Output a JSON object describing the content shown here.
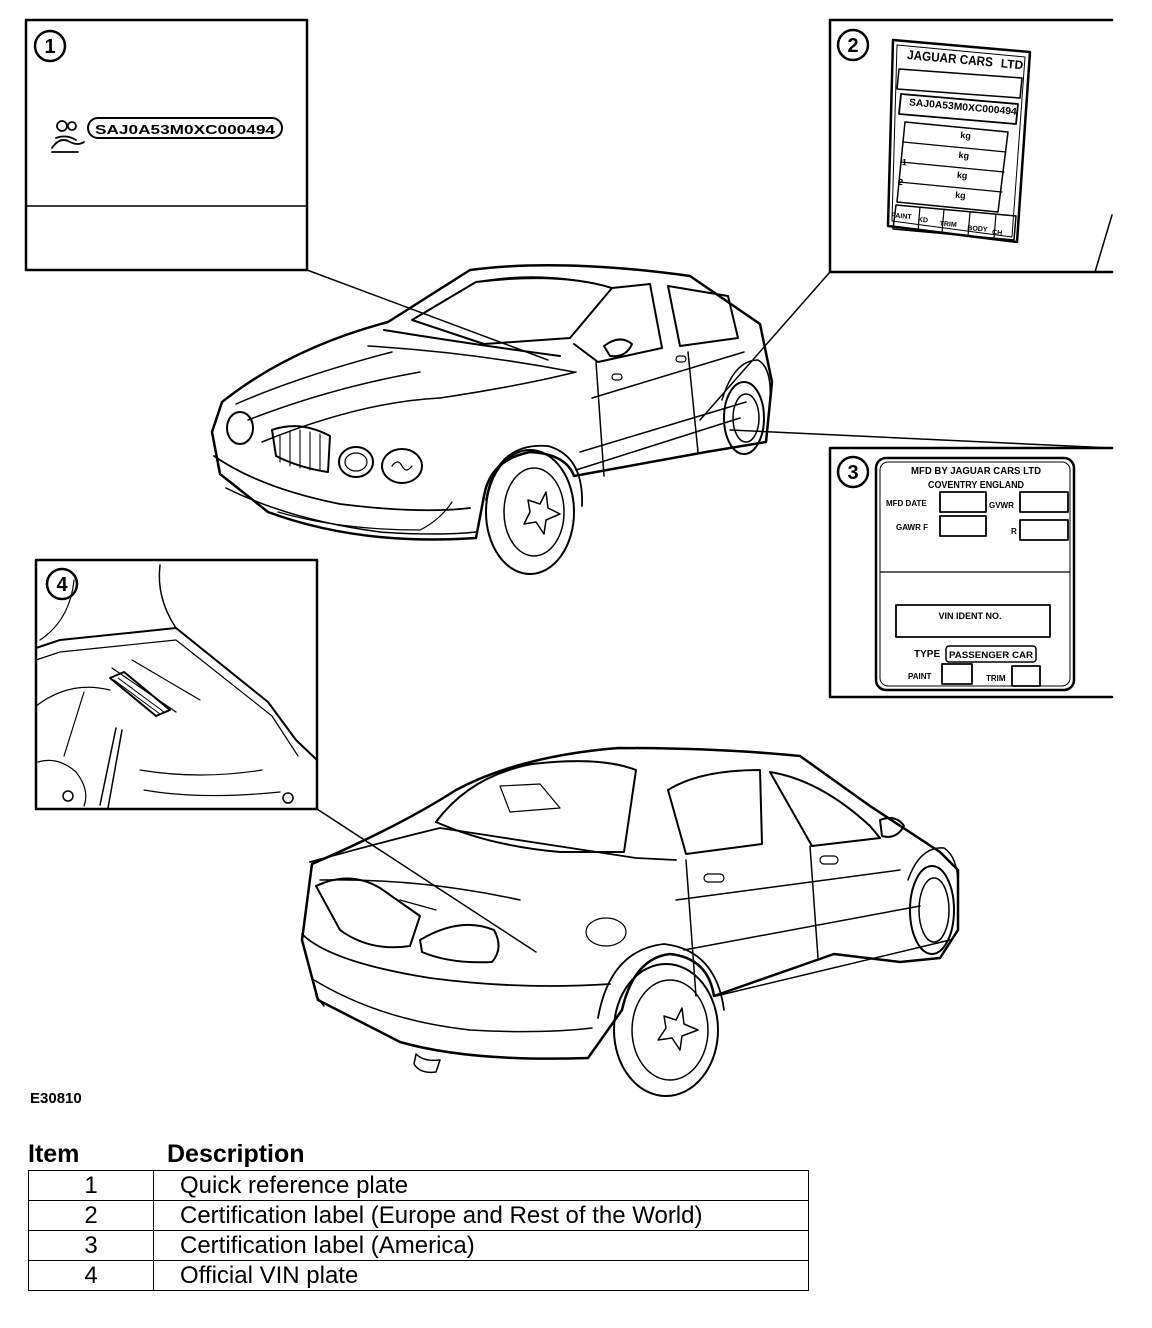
{
  "figure": {
    "code": "E30810",
    "callouts": [
      "1",
      "2",
      "3",
      "4"
    ],
    "plate1": {
      "vin": "SAJ0A53M0XC000494"
    },
    "plate2": {
      "header": "JAGUAR CARS",
      "header_suffix": "LTD",
      "code": "SAJ0A53M0XC000494",
      "row_units": [
        "kg",
        "kg",
        "kg",
        "kg"
      ],
      "row_numbers": [
        "1",
        "2"
      ],
      "footer_cells": [
        "PAINT",
        "KD",
        "TRIM",
        "BODY",
        "CH"
      ]
    },
    "plate3": {
      "line1": "MFD BY JAGUAR CARS LTD",
      "line2": "COVENTRY ENGLAND",
      "mfd_date": "MFD DATE",
      "gvwr": "GVWR",
      "gawr_f": "GAWR F",
      "r": "R",
      "vin_label": "VIN IDENT NO.",
      "type_label": "TYPE",
      "type_value": "PASSENGER CAR",
      "paint": "PAINT",
      "trim": "TRIM"
    }
  },
  "legend": {
    "headers": {
      "item": "Item",
      "description": "Description"
    },
    "rows": [
      {
        "item": "1",
        "description": "Quick reference plate"
      },
      {
        "item": "2",
        "description": "Certification label (Europe and Rest of the World)"
      },
      {
        "item": "3",
        "description": "Certification label (America)"
      },
      {
        "item": "4",
        "description": "Official VIN plate"
      }
    ]
  }
}
